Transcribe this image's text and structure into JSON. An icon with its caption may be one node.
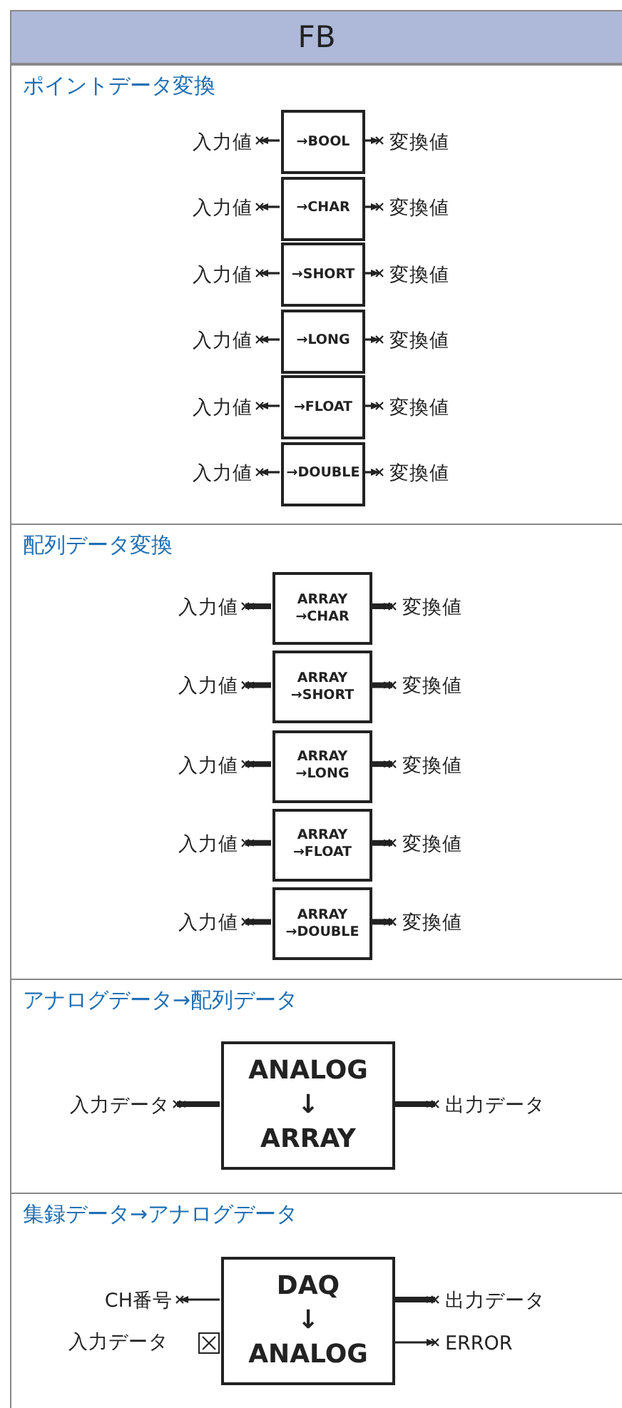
{
  "diagram": {
    "title": "FB",
    "nodes": [
      {
        "text": [
          "ポイントデータ変換"
        ]
      },
      {
        "text": [
          "入力値"
        ],
        "in": 0
      },
      {
        "text": [
          "→BOOL"
        ],
        "in": 0
      },
      {
        "text": [
          "変換値"
        ],
        "in": 0
      },
      {
        "text": [
          "入力値"
        ],
        "in": 0
      },
      {
        "text": [
          "→CHAR"
        ],
        "in": 0
      },
      {
        "text": [
          "変換値"
        ],
        "in": 0
      },
      {
        "text": [
          "入力値"
        ],
        "in": 0
      },
      {
        "text": [
          "→SHORT"
        ],
        "in": 0
      },
      {
        "text": [
          "変換値"
        ],
        "in": 0
      },
      {
        "text": [
          "入力値"
        ],
        "in": 0
      },
      {
        "text": [
          "→LONG"
        ],
        "in": 0
      },
      {
        "text": [
          "変換値"
        ],
        "in": 0
      },
      {
        "text": [
          "入力値"
        ],
        "in": 0
      },
      {
        "text": [
          "→FLOAT"
        ],
        "in": 0
      },
      {
        "text": [
          "変換値"
        ],
        "in": 0
      },
      {
        "text": [
          "入力値"
        ],
        "in": 0
      },
      {
        "text": [
          "→DOUBLE"
        ],
        "in": 0
      },
      {
        "text": [
          "変換値"
        ],
        "in": 0
      },
      {
        "text": [
          "配列データ変換"
        ]
      },
      {
        "text": [
          "入力値"
        ],
        "in": 19
      },
      {
        "text": [
          "ARRAY →CHAR"
        ],
        "in": 19
      },
      {
        "text": [
          "変換値"
        ],
        "in": 19
      },
      {
        "text": [
          "入力値"
        ],
        "in": 19
      },
      {
        "text": [
          "ARRAY →SHORT"
        ],
        "in": 19
      },
      {
        "text": [
          "変換値"
        ],
        "in": 19
      },
      {
        "text": [
          "入力値"
        ],
        "in": 19
      },
      {
        "text": [
          "ARRAY →LONG"
        ],
        "in": 19
      },
      {
        "text": [
          "変換値"
        ],
        "in": 19
      },
      {
        "text": [
          "入力値"
        ],
        "in": 19
      },
      {
        "text": [
          "ARRAY →FLOAT"
        ],
        "in": 19
      },
      {
        "text": [
          "変換値"
        ],
        "in": 19
      },
      {
        "text": [
          "入力値"
        ],
        "in": 19
      },
      {
        "text": [
          "ARRAY →DOUBLE"
        ],
        "in": 19
      },
      {
        "text": [
          "変換値"
        ],
        "in": 19
      },
      {
        "text": [
          "アナログデータ→配列データ"
        ]
      },
      {
        "text": [
          "入力データ"
        ],
        "in": 35
      },
      {
        "text": [
          "ANALOG ↓ ARRAY"
        ],
        "in": 35
      },
      {
        "text": [
          "出力データ"
        ],
        "in": 35
      },
      {
        "text": [
          "集録データ→アナログデータ"
        ]
      },
      {
        "text": [
          "CH番号"
        ],
        "in": 39
      },
      {
        "text": [
          "DAQ ↓ ANALOG"
        ],
        "in": 39
      },
      {
        "text": [
          "出力データ"
        ],
        "in": 39
      },
      {
        "text": [
          "ERROR"
        ],
        "in": 39
      }
    ],
    "edges": [
      {
        "from": 2,
        "to": 1,
        "arrow": "to"
      },
      {
        "from": 2,
        "to": 3,
        "arrow": "to"
      },
      {
        "from": 5,
        "to": 4,
        "arrow": "to"
      },
      {
        "from": 5,
        "to": 6,
        "arrow": "to"
      },
      {
        "from": 8,
        "to": 7,
        "arrow": "to"
      },
      {
        "from": 8,
        "to": 9,
        "arrow": "to"
      },
      {
        "from": 11,
        "to": 10,
        "arrow": "to"
      },
      {
        "from": 11,
        "to": 12,
        "arrow": "to"
      },
      {
        "from": 14,
        "to": 13,
        "arrow": "to"
      },
      {
        "from": 14,
        "to": 15,
        "arrow": "to"
      },
      {
        "from": 17,
        "to": 16,
        "arrow": "to"
      },
      {
        "from": 17,
        "to": 18,
        "arrow": "to"
      },
      {
        "from": 21,
        "to": 20,
        "arrow": "to",
        "style": "thick"
      },
      {
        "from": 21,
        "to": 22,
        "arrow": "to",
        "style": "thick"
      },
      {
        "from": 24,
        "to": 23,
        "arrow": "to",
        "style": "thick"
      },
      {
        "from": 24,
        "to": 25,
        "arrow": "to",
        "style": "thick"
      },
      {
        "from": 27,
        "to": 26,
        "arrow": "to",
        "style": "thick"
      },
      {
        "from": 27,
        "to": 28,
        "arrow": "to",
        "style": "thick"
      },
      {
        "from": 30,
        "to": 29,
        "arrow": "to",
        "style": "thick"
      },
      {
        "from": 30,
        "to": 31,
        "arrow": "to",
        "style": "thick"
      },
      {
        "from": 33,
        "to": 32,
        "arrow": "to",
        "style": "thick"
      },
      {
        "from": 33,
        "to": 34,
        "arrow": "to",
        "style": "thick"
      },
      {
        "from": 37,
        "to": 36,
        "arrow": "to",
        "style": "thick"
      },
      {
        "from": 37,
        "to": 38,
        "arrow": "to",
        "style": "thick"
      },
      {
        "from": 41,
        "to": 40,
        "arrow": "to"
      },
      {
        "from": 41,
        "to": 42,
        "arrow": "to",
        "style": "thick"
      },
      {
        "from": 41,
        "to": 43,
        "arrow": "to"
      }
    ],
    "labels": [
      "入力データ"
    ]
  }
}
